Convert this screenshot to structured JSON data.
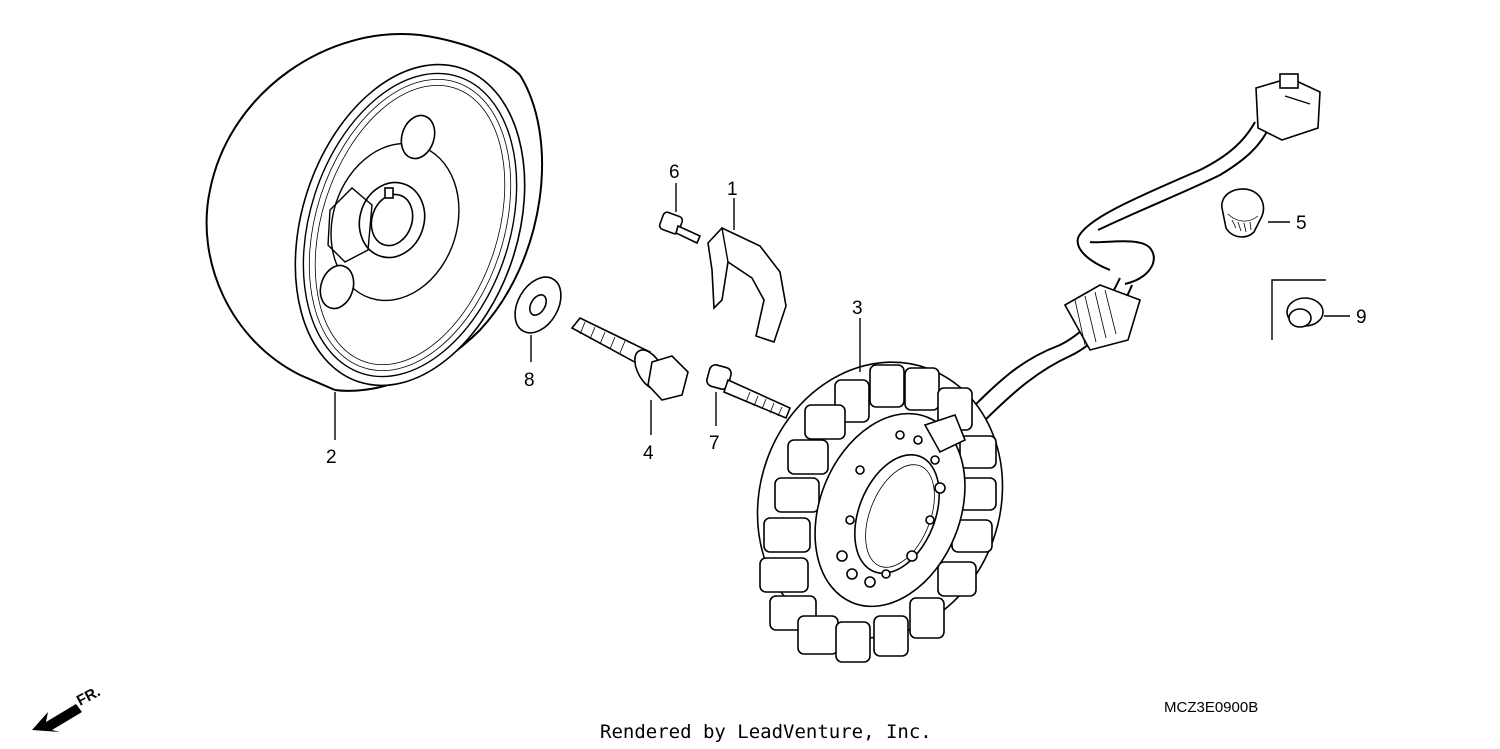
{
  "diagram": {
    "parts": [
      {
        "key": "flywheel",
        "label": "2"
      },
      {
        "key": "washer",
        "label": "8"
      },
      {
        "key": "flange-bolt",
        "label": "4"
      },
      {
        "key": "small-bolt",
        "label": "6"
      },
      {
        "key": "wire-clamp",
        "label": "1"
      },
      {
        "key": "stator-bolt",
        "label": "7"
      },
      {
        "key": "stator",
        "label": "3"
      },
      {
        "key": "band-clamp",
        "label": "5"
      },
      {
        "key": "grommet",
        "label": "9"
      }
    ],
    "diagram_code": "MCZ3E0900B",
    "credit": "Rendered by LeadVenture, Inc.",
    "direction_label": "FR."
  }
}
